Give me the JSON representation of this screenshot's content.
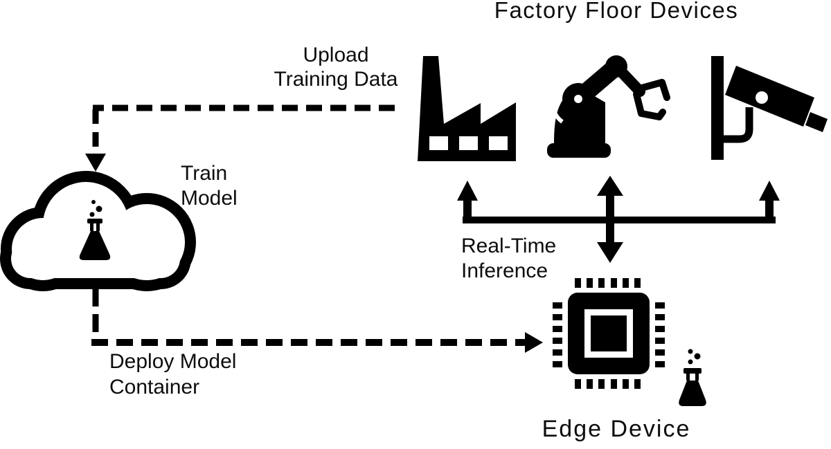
{
  "title": "Factory Floor Devices",
  "colors": {
    "ink": "#000000",
    "background": "#ffffff"
  },
  "nodes": {
    "factory_devices": {
      "icons": [
        "factory-icon",
        "robot-arm-icon",
        "security-camera-icon"
      ]
    },
    "train_model": {
      "line1": "Train",
      "line2": "Model",
      "icons": [
        "cloud-icon",
        "experiment-flask-icon"
      ]
    },
    "edge_device": {
      "label": "Edge Device",
      "icons": [
        "cpu-chip-icon",
        "experiment-flask-icon"
      ]
    }
  },
  "flows": {
    "upload": {
      "line1": "Upload",
      "line2": "Training Data",
      "style": "dashed-arrow"
    },
    "deploy": {
      "line1": "Deploy Model",
      "line2": "Container",
      "style": "dashed-arrow"
    },
    "inference": {
      "line1": "Real-Time",
      "line2": "Inference",
      "style": "solid-double-arrow"
    }
  }
}
